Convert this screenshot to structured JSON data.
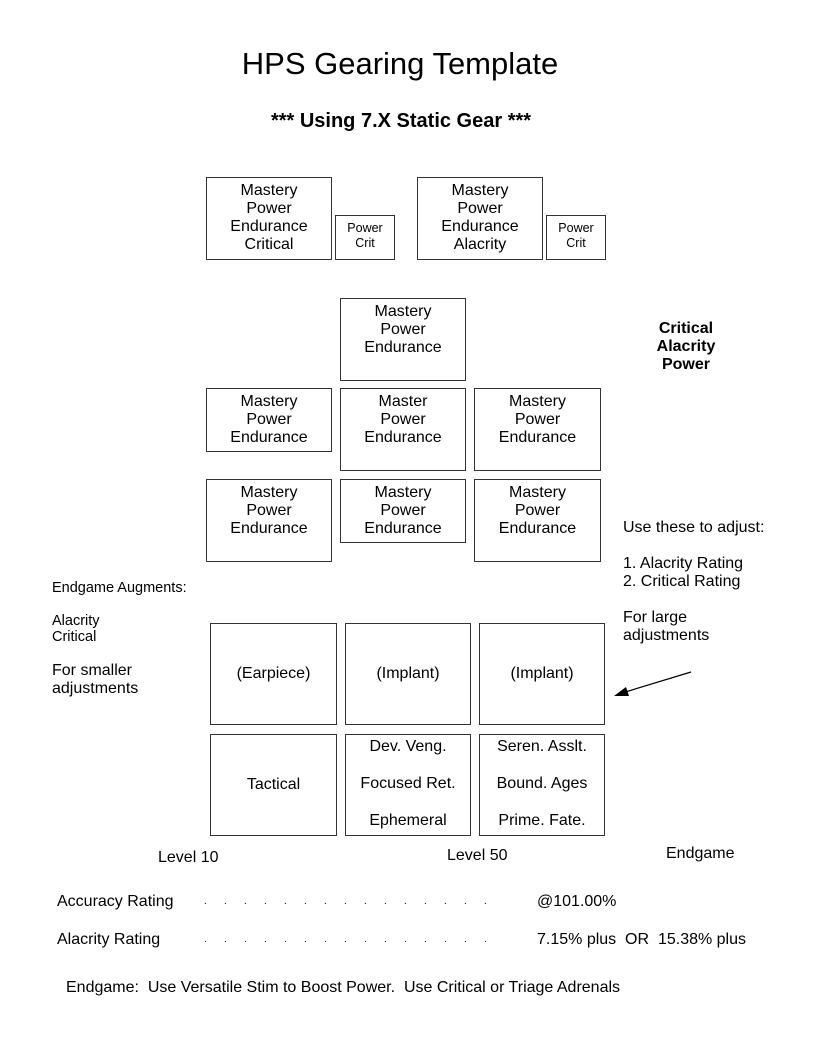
{
  "title": "HPS Gearing Template",
  "subtitle": "*** Using 7.X Static Gear ***",
  "top_row": {
    "left_main": [
      "Mastery",
      "Power",
      "Endurance",
      "Critical"
    ],
    "left_small": [
      "Power",
      "Crit"
    ],
    "right_main": [
      "Mastery",
      "Power",
      "Endurance",
      "Alacrity"
    ],
    "right_small": [
      "Power",
      "Crit"
    ]
  },
  "grid": {
    "top_center": [
      "Mastery",
      "Power",
      "Endurance"
    ],
    "row2_left": [
      "Mastery",
      "Power",
      "Endurance"
    ],
    "row2_center": [
      "Master",
      "Power",
      "Endurance"
    ],
    "row2_right": [
      "Mastery",
      "Power",
      "Endurance"
    ],
    "row3_left": [
      "Mastery",
      "Power",
      "Endurance"
    ],
    "row3_center": [
      "Mastery",
      "Power",
      "Endurance"
    ],
    "row3_right": [
      "Mastery",
      "Power",
      "Endurance"
    ]
  },
  "priority": [
    "Critical",
    "Alacrity",
    "Power"
  ],
  "adjust_note": {
    "heading": "Use these to adjust:",
    "items": [
      "1. Alacrity Rating",
      "2. Critical Rating"
    ],
    "tail": [
      "For large",
      "adjustments"
    ]
  },
  "augments": {
    "heading": "Endgame Augments:",
    "items": [
      "Alacrity",
      "Critical"
    ],
    "tail": [
      "For smaller",
      "adjustments"
    ]
  },
  "ear_implants": [
    "(Earpiece)",
    "(Implant)",
    "(Implant)"
  ],
  "tactical": "Tactical",
  "relics_level50": [
    "Dev. Veng.",
    "Focused Ret.",
    "Ephemeral"
  ],
  "relics_endgame": [
    "Seren. Asslt.",
    "Bound. Ages",
    "Prime. Fate."
  ],
  "levels": [
    "Level 10",
    "Level 50",
    "Endgame"
  ],
  "ratings": [
    {
      "label": "Accuracy Rating",
      "value": "@101.00%"
    },
    {
      "label": "Alacrity Rating",
      "value": "7.15% plus  OR  15.38% plus"
    }
  ],
  "footer": "Endgame:  Use Versatile Stim to Boost Power.  Use Critical or Triage Adrenals"
}
